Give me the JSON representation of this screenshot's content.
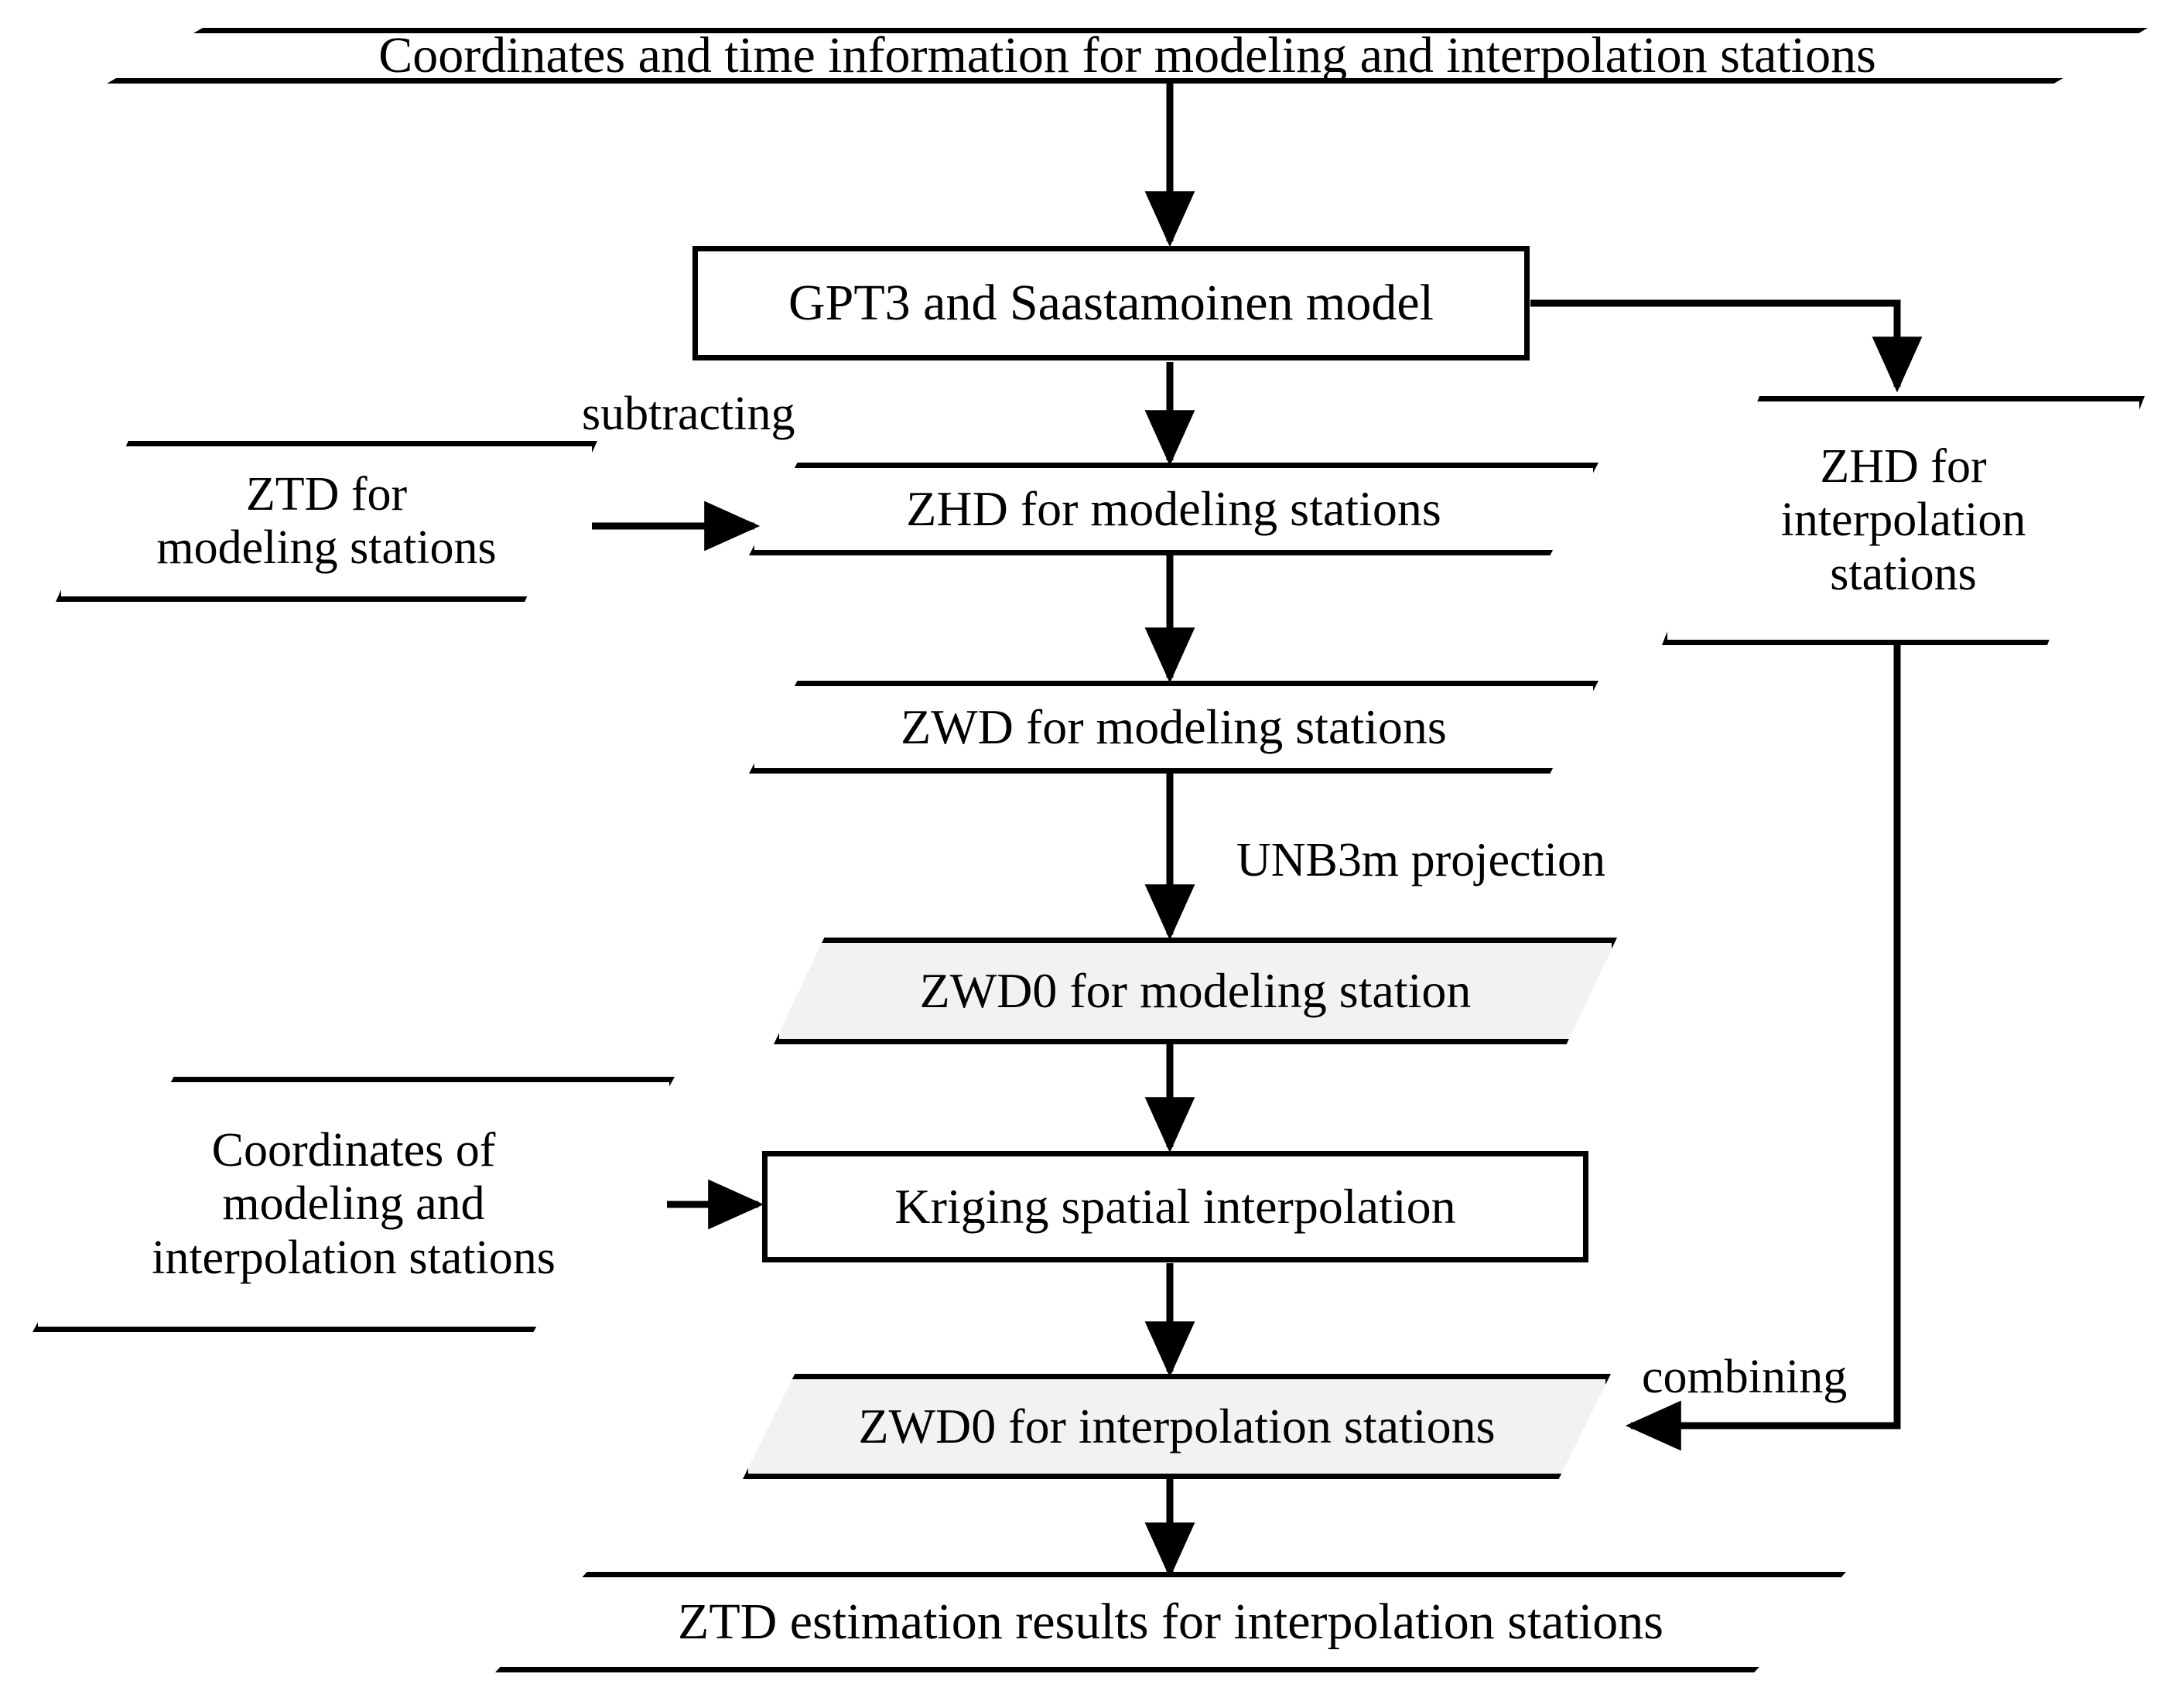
{
  "diagram": {
    "title": "ZTD estimation workflow flowchart",
    "colors": {
      "stroke": "#000000",
      "background": "#ffffff",
      "shaded_fill": "#f2f2f2"
    },
    "nodes": {
      "input_coords_time": {
        "label": "Coordinates and time information for modeling and interpolation stations",
        "shape": "parallelogram"
      },
      "gpt3_saastamoinen": {
        "label": "GPT3 and Saastamoinen model",
        "shape": "rectangle"
      },
      "ztd_modeling": {
        "label": "ZTD for\nmodeling stations",
        "shape": "parallelogram"
      },
      "zhd_modeling": {
        "label": "ZHD for modeling stations",
        "shape": "parallelogram"
      },
      "zhd_interpolation": {
        "label": "ZHD for\ninterpolation\nstations",
        "shape": "parallelogram"
      },
      "zwd_modeling": {
        "label": "ZWD for modeling stations",
        "shape": "parallelogram"
      },
      "zwd0_modeling": {
        "label": "ZWD0 for modeling station",
        "shape": "parallelogram-shaded"
      },
      "coords_modeling_interp": {
        "label": "Coordinates of\nmodeling and\ninterpolation stations",
        "shape": "parallelogram"
      },
      "kriging": {
        "label": "Kriging spatial interpolation",
        "shape": "rectangle"
      },
      "zwd0_interpolation": {
        "label": "ZWD0 for interpolation stations",
        "shape": "parallelogram-shaded"
      },
      "ztd_results": {
        "label": "ZTD estimation results for interpolation stations",
        "shape": "parallelogram"
      }
    },
    "edge_labels": {
      "subtracting": "subtracting",
      "unb3m": "UNB3m projection",
      "combining": "combining"
    }
  }
}
